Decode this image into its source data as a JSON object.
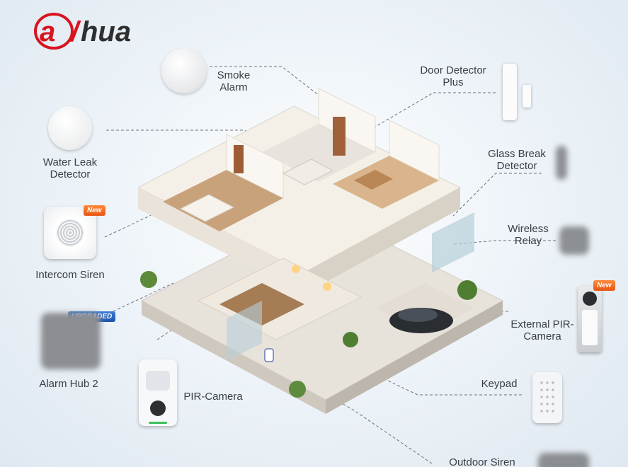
{
  "brand": {
    "logo_text": "alhua",
    "accent": "#d7141f",
    "text_color": "#3a3f45"
  },
  "labels": {
    "smoke_alarm": "Smoke Alarm",
    "door_detector": "Door Detector Plus",
    "water_leak": "Water Leak Detector",
    "glass_break": "Glass Break Detector",
    "intercom_siren": "Intercom Siren",
    "wireless_relay": "Wireless Relay",
    "external_pir": "External PIR-Camera",
    "alarm_hub": "Alarm Hub 2",
    "pir_camera": "PIR-Camera",
    "keypad": "Keypad",
    "outdoor_siren": "Outdoor Siren"
  },
  "badges": {
    "new": "New",
    "upgraded": "UPGRADED"
  },
  "icons": [
    "smoke-alarm-device",
    "water-leak-device",
    "intercom-siren-device",
    "door-detector-device",
    "glass-break-device",
    "wireless-relay-device",
    "external-pir-camera-device",
    "keypad-device",
    "alarm-hub-device",
    "pir-camera-device",
    "outdoor-siren-device"
  ]
}
